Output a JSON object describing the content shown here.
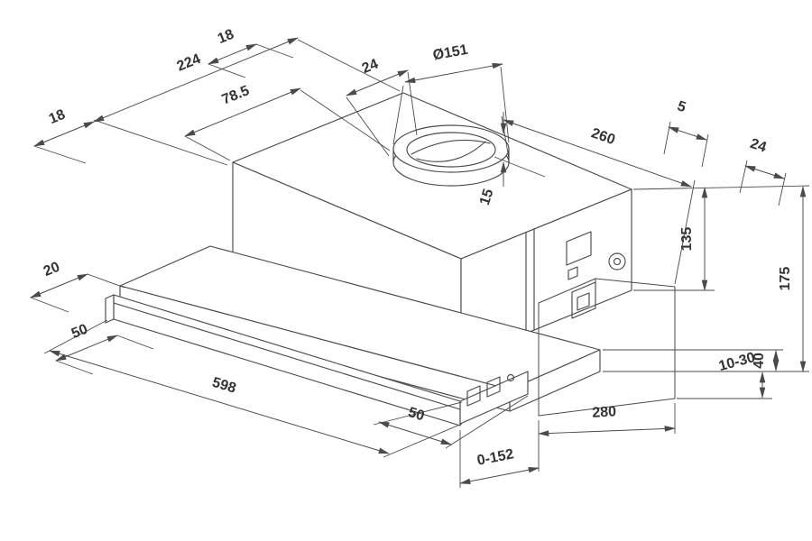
{
  "page": {
    "background": "#ffffff",
    "line_color": "#4a4a4a",
    "text_color": "#333333"
  },
  "drawing": {
    "dimensions": {
      "left_offset_top": "18",
      "body_width": "224",
      "back_offset": "18",
      "duct_position": "78.5",
      "flange_offset": "24",
      "duct_diameter": "Ø151",
      "body_depth": "260",
      "flange_edge_gap": "15",
      "top_right_clearance": "5",
      "right_offset": "24",
      "body_height": "135",
      "total_height": "175",
      "chassis_height": "40",
      "mounting_gap": "10-30",
      "front_lip": "20",
      "visor_left_offset": "50",
      "total_width": "598",
      "visor_right_offset": "50",
      "cabinet_depth": "280",
      "visor_extension": "0-152"
    }
  }
}
